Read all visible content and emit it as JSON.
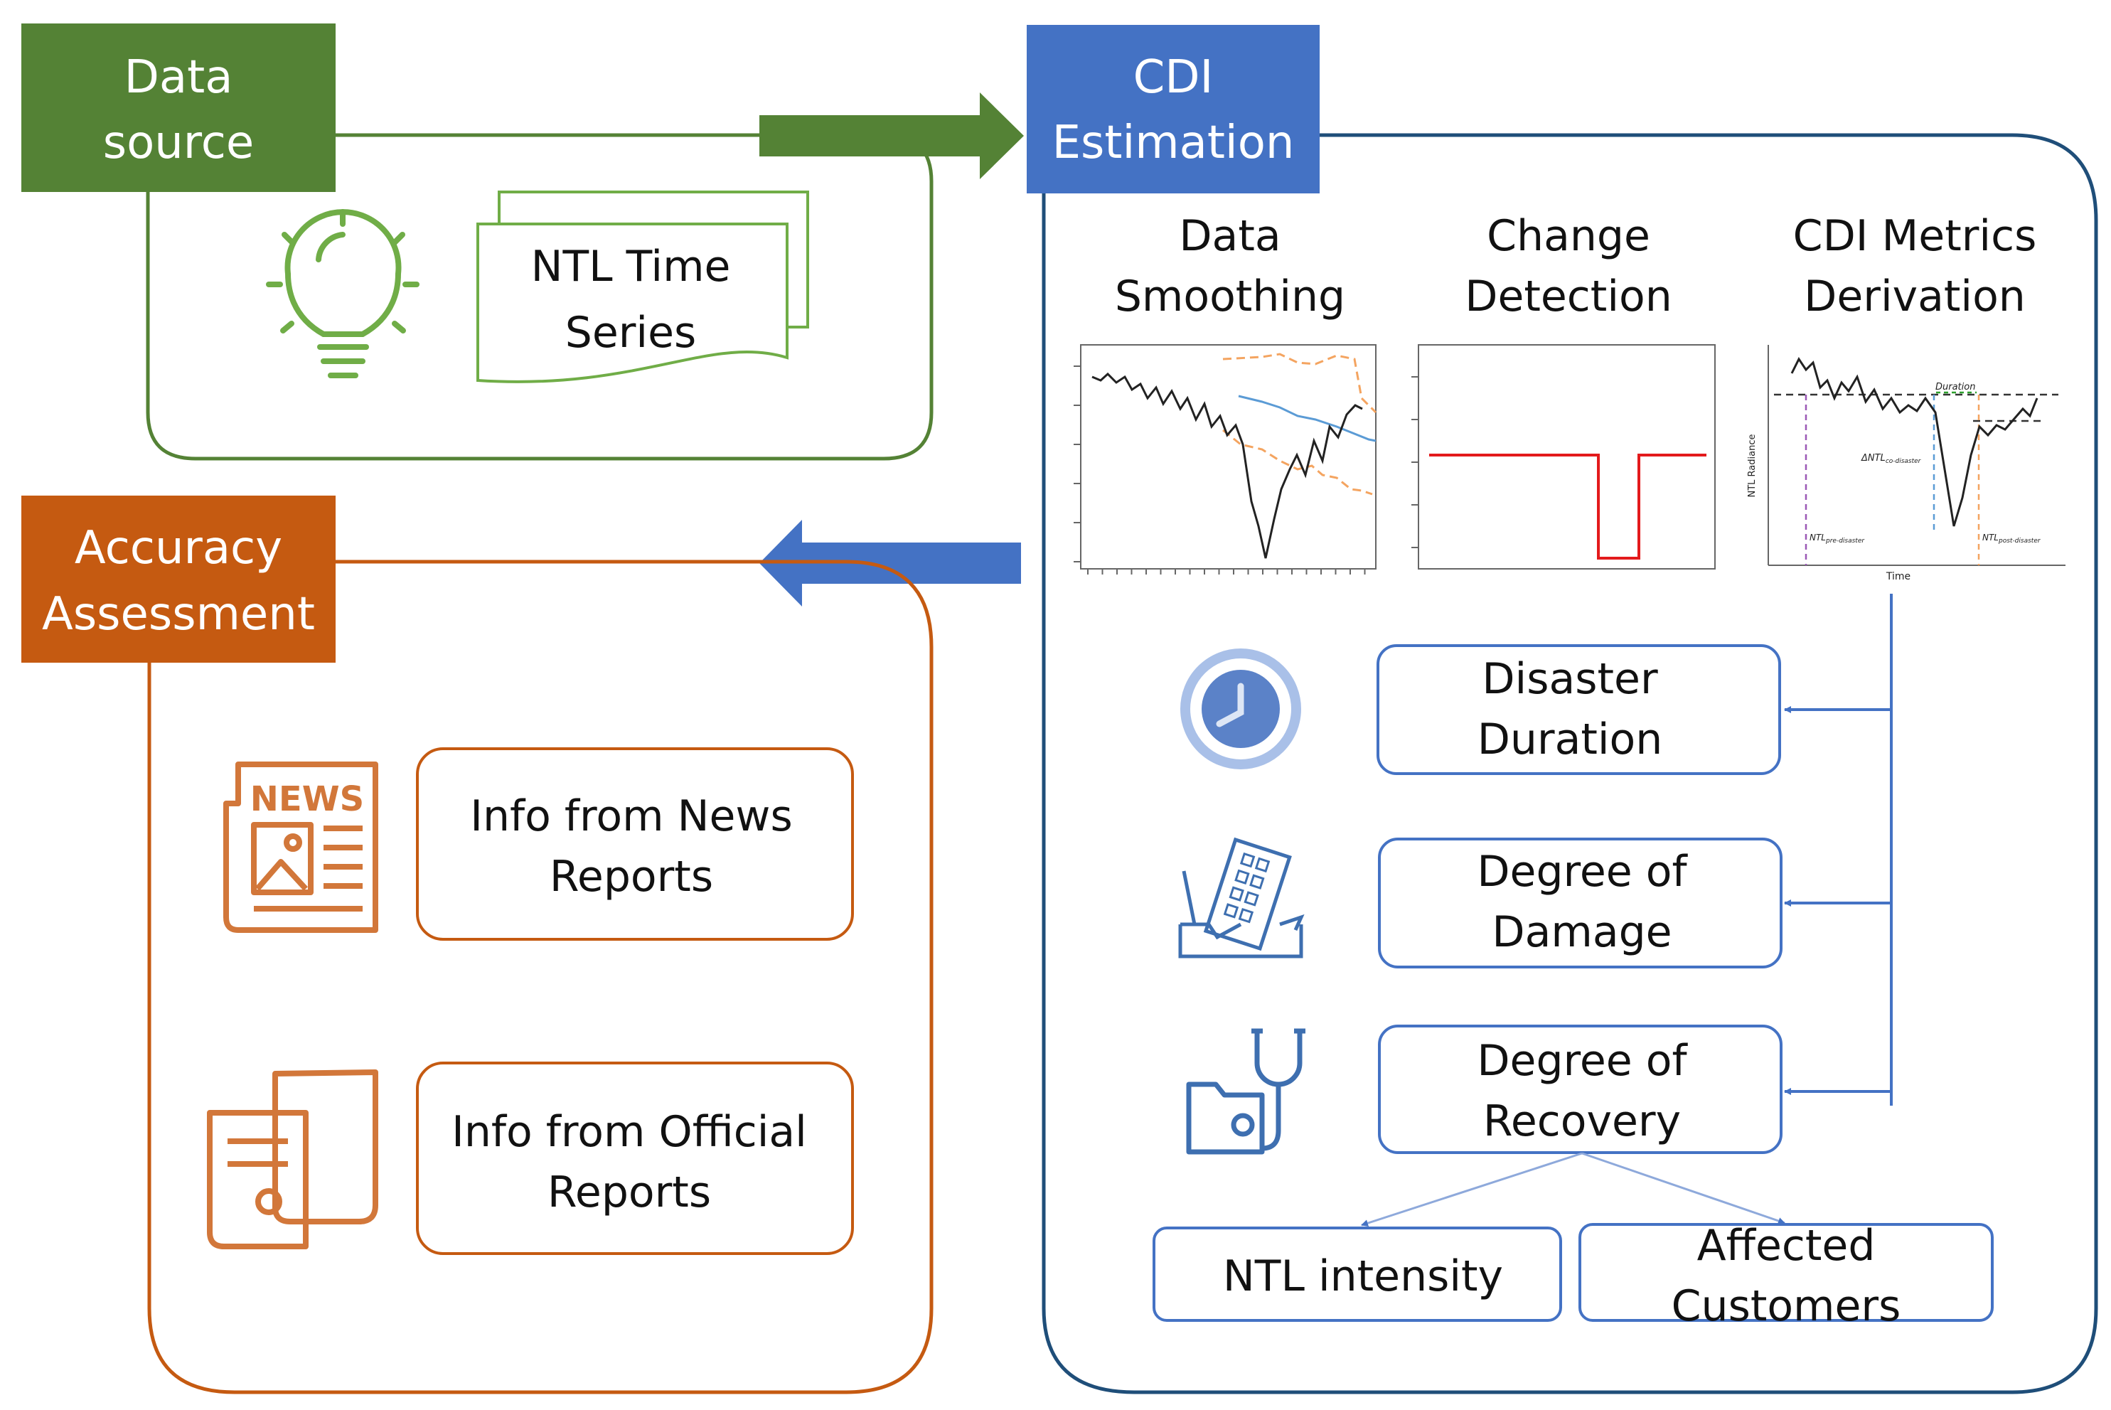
{
  "colors": {
    "green": "#548235",
    "blue": "#4472C4",
    "orange": "#C55A11",
    "navy": "#1F4E79",
    "red": "#E31A1C",
    "dashed_orange": "#F4A460",
    "trend_blue": "#5B9BD5"
  },
  "data_source": {
    "title_line1": "Data",
    "title_line2": "source",
    "icon": "lightbulb-icon",
    "doc_line1": "NTL Time",
    "doc_line2": "Series"
  },
  "cdi_estimation": {
    "title_line1": "CDI",
    "title_line2": "Estimation",
    "steps": [
      {
        "line1": "Data",
        "line2": "Smoothing"
      },
      {
        "line1": "Change",
        "line2": "Detection"
      },
      {
        "line1": "CDI Metrics",
        "line2": "Derivation"
      }
    ],
    "derivation_plot": {
      "duration_label": "Duration",
      "drop_label": "ΔNTL",
      "drop_sub": "co-disaster",
      "pre_label": "NTL",
      "pre_sub": "pre-disaster",
      "post_label": "NTL",
      "post_sub": "post-disaster",
      "xlabel": "Time",
      "ylabel": "NTL Radiance"
    },
    "metrics": [
      {
        "line1": "Disaster",
        "line2": "Duration",
        "icon": "clock-icon"
      },
      {
        "line1": "Degree of",
        "line2": "Damage",
        "icon": "collapsed-building-icon"
      },
      {
        "line1": "Degree of",
        "line2": "Recovery",
        "icon": "stethoscope-folder-icon"
      }
    ],
    "recovery_measures": [
      {
        "line1": "NTL intensity"
      },
      {
        "line1": "Affected",
        "line2": "Customers"
      }
    ]
  },
  "accuracy_assessment": {
    "title_line1": "Accuracy",
    "title_line2": "Assessment",
    "sources": [
      {
        "line1": "Info from News",
        "line2": "Reports",
        "icon": "newspaper-icon",
        "icon_text": "NEWS"
      },
      {
        "line1": "Info from Official",
        "line2": "Reports",
        "icon": "documents-icon"
      }
    ]
  }
}
